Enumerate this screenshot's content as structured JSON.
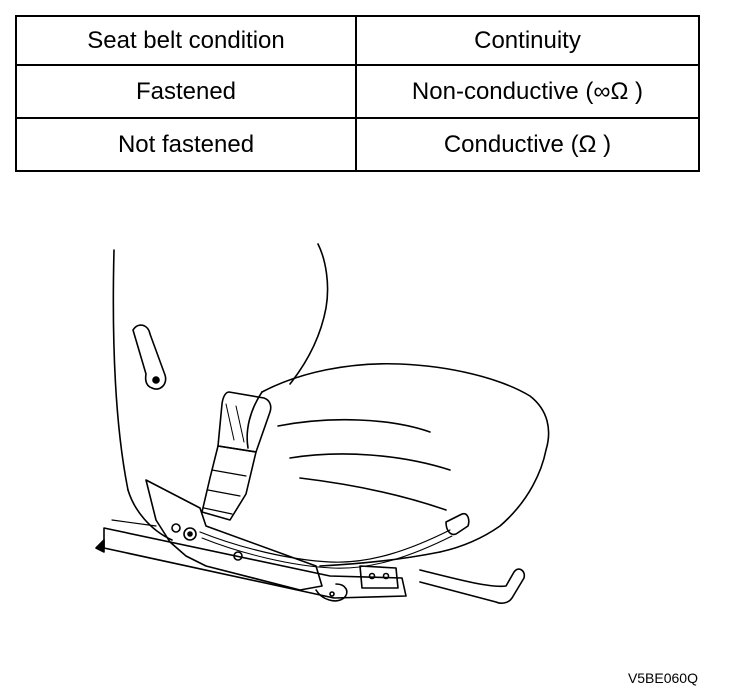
{
  "table": {
    "headers": {
      "condition": "Seat belt condition",
      "continuity": "Continuity"
    },
    "rows": [
      {
        "condition": "Fastened",
        "continuity": "Non-conductive (∞Ω )"
      },
      {
        "condition": "Not fastened",
        "continuity": "Conductive (Ω )"
      }
    ]
  },
  "figure": {
    "code": "V5BE060Q"
  }
}
